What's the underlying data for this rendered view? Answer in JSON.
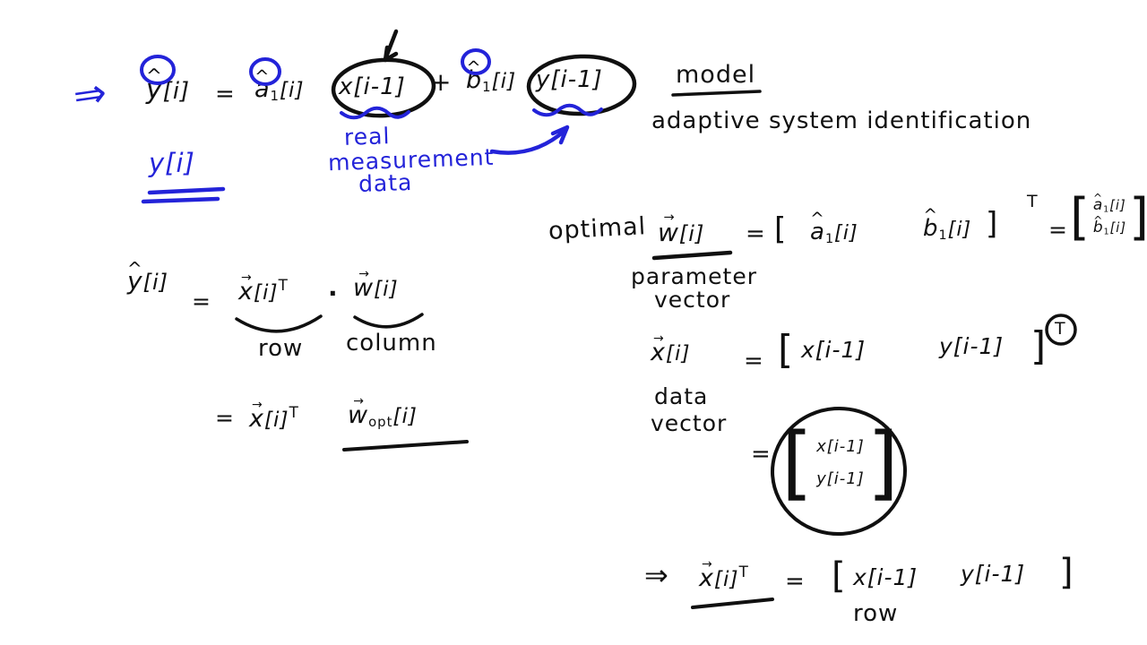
{
  "colors": {
    "bg": "#ffffff",
    "ink": "#101010",
    "accent": "#2323d9"
  },
  "notation": {
    "hat": "^",
    "vec_arrow": "→",
    "transpose": "T",
    "dot": "·",
    "implies": "⇒",
    "lbracket": "[",
    "rbracket": "]",
    "equals": "=",
    "plus": "+"
  },
  "top_equation": {
    "y_base": "y",
    "y_index": "[i]",
    "a_base": "a",
    "a_sub": "1",
    "a_index": "[i]",
    "x_term": "x[i-1]",
    "b_base": "b",
    "b_sub": "1",
    "b_index": "[i]",
    "y_term": "y[i-1]"
  },
  "annotations": {
    "real": "real",
    "measurement": "measurement",
    "data": "data",
    "output_signal": "y[i]",
    "model": "model",
    "model_subtitle": "adaptive system identification"
  },
  "inner_product": {
    "y_base": "y",
    "y_index": "[i]",
    "x_base": "x",
    "x_index": "[i]",
    "w_base": "w",
    "w_index": "[i]",
    "row_label": "row",
    "column_label": "column",
    "w_opt_sub": "opt"
  },
  "parameter_vector": {
    "optimal": "optimal",
    "w_base": "w",
    "w_index": "[i]",
    "a_base": "a",
    "a_sub": "1",
    "a_index": "[i]",
    "b_base": "b",
    "b_sub": "1",
    "b_index": "[i]",
    "label_line1": "parameter",
    "label_line2": "vector"
  },
  "data_vector": {
    "x_base": "x",
    "x_index": "[i]",
    "x_entry": "x[i-1]",
    "y_entry": "y[i-1]",
    "label_line1": "data",
    "label_line2": "vector"
  },
  "row_vector": {
    "x_base": "x",
    "x_index": "[i]",
    "x_entry": "x[i-1]",
    "y_entry": "y[i-1]",
    "row_label": "row"
  }
}
